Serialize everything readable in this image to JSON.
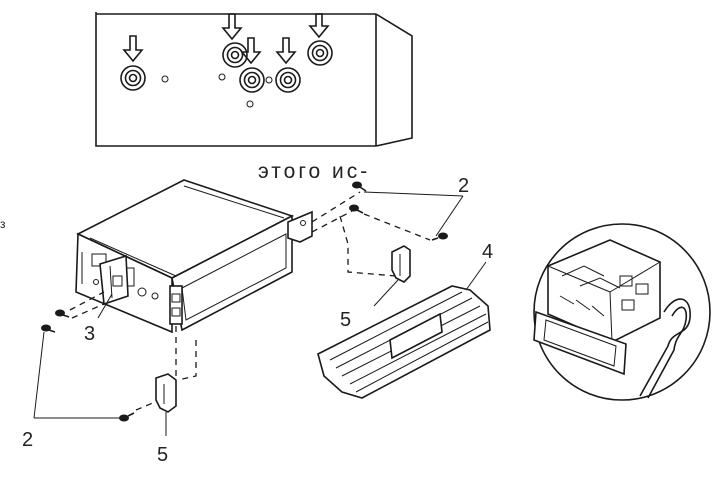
{
  "caption_fragment": "этого ис-",
  "side_mark": "з",
  "callouts": {
    "screws_top": "2",
    "screws_bottom": "2",
    "left_bracket": "3",
    "trim_frame": "4",
    "clip_upper": "5",
    "clip_lower": "5"
  },
  "colors": {
    "ink": "#1a1a1a",
    "background": "#ffffff"
  }
}
